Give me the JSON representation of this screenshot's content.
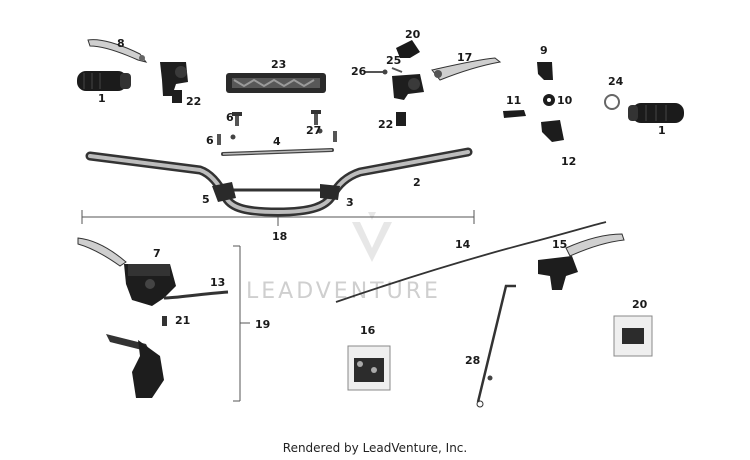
{
  "watermark": "LEADVENTURE",
  "footer": "Rendered by LeadVenture, Inc.",
  "callouts": {
    "c1a": "1",
    "c1b": "1",
    "c2": "2",
    "c3": "3",
    "c4": "4",
    "c5": "5",
    "c6a": "6",
    "c6b": "6",
    "c7": "7",
    "c8": "8",
    "c9": "9",
    "c10": "10",
    "c11": "11",
    "c12": "12",
    "c13": "13",
    "c14": "14",
    "c15": "15",
    "c16": "16",
    "c17": "17",
    "c18": "18",
    "c19": "19",
    "c20a": "20",
    "c20b": "20",
    "c21": "21",
    "c22a": "22",
    "c22b": "22",
    "c23": "23",
    "c24": "24",
    "c25": "25",
    "c26": "26",
    "c27": "27",
    "c28": "28"
  }
}
